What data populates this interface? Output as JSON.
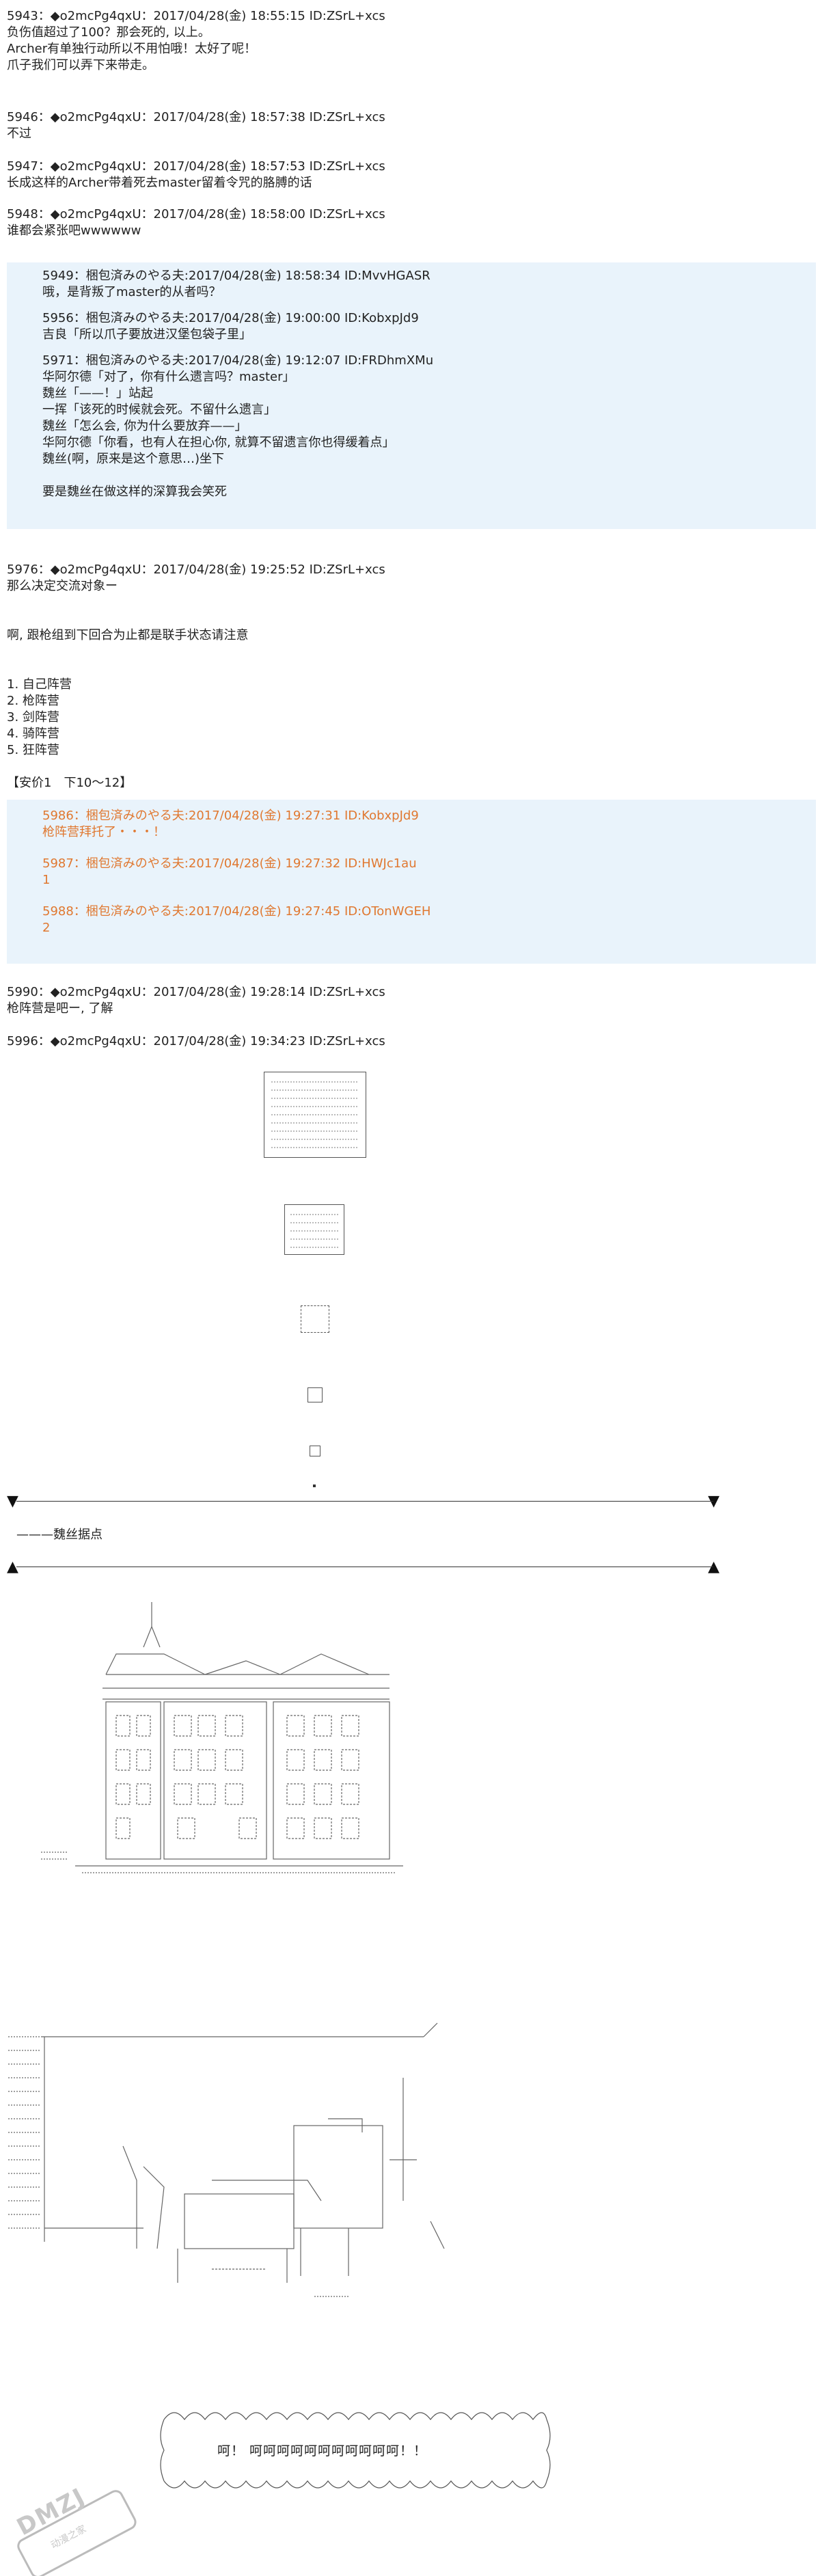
{
  "posts_top": [
    {
      "header": "5943：◆o2mcPg4qxU：2017/04/28(金) 18:55:15 ID:ZSrL+xcs",
      "lines": [
        "负伤值超过了100？那会死的, 以上。",
        "",
        "Archer有单独行动所以不用怕哦！太好了呢！",
        "爪子我们可以弄下来带走。"
      ]
    },
    {
      "header": "5946：◆o2mcPg4qxU：2017/04/28(金) 18:57:38 ID:ZSrL+xcs",
      "lines": [
        "不过"
      ]
    },
    {
      "header": "5947：◆o2mcPg4qxU：2017/04/28(金) 18:57:53 ID:ZSrL+xcs",
      "lines": [
        "长成这样的Archer带着死去master留着令咒的胳膊的话"
      ]
    },
    {
      "header": "5948：◆o2mcPg4qxU：2017/04/28(金) 18:58:00 ID:ZSrL+xcs",
      "lines": [
        "谁都会紧张吧wwwwww"
      ]
    }
  ],
  "quote_1": [
    {
      "header": "5949：梱包済みのやる夫:2017/04/28(金) 18:58:34 ID:MvvHGASR",
      "lines": [
        "哦，是背叛了master的从者吗？"
      ]
    },
    {
      "header": "5956：梱包済みのやる夫:2017/04/28(金) 19:00:00 ID:KobxpJd9",
      "lines": [
        "吉良「所以爪子要放进汉堡包袋子里」"
      ]
    },
    {
      "header": "5971：梱包済みのやる夫:2017/04/28(金) 19:12:07 ID:FRDhmXMu",
      "lines": [
        "华阿尔德「对了，你有什么遗言吗？master」",
        "魏丝「——！」站起",
        "一挥「该死的时候就会死。不留什么遗言」",
        "魏丝「怎么会, 你为什么要放弃——」",
        "华阿尔德「你看，也有人在担心你, 就算不留遗言你也得缓着点」",
        "魏丝(啊，原来是这个意思…)坐下",
        "",
        "要是魏丝在做这样的深算我会笑死"
      ]
    }
  ],
  "posts_mid": [
    {
      "header": "5976：◆o2mcPg4qxU：2017/04/28(金) 19:25:52 ID:ZSrL+xcs",
      "lines": [
        "那么决定交流对象ー",
        "",
        "",
        "啊, 跟枪组到下回合为止都是联手状态请注意",
        "",
        "",
        "1. 自己阵营",
        "2. 枪阵营",
        "3. 剑阵营",
        "4. 骑阵营",
        "5. 狂阵营",
        "",
        "【安价1　下10〜12】"
      ]
    }
  ],
  "quote_2": [
    {
      "header": "5986：梱包済みのやる夫:2017/04/28(金) 19:27:31 ID:KobxpJd9",
      "lines": [
        "枪阵营拜托了・・・！"
      ]
    },
    {
      "header": "5987：梱包済みのやる夫:2017/04/28(金) 19:27:32 ID:HWJc1au",
      "lines": [
        "1"
      ]
    },
    {
      "header": "5988：梱包済みのやる夫:2017/04/28(金) 19:27:45 ID:OTonWGEH",
      "lines": [
        "2"
      ]
    }
  ],
  "posts_bottom": [
    {
      "header": "5990：◆o2mcPg4qxU：2017/04/28(金) 19:28:14 ID:ZSrL+xcs",
      "lines": [
        "枪阵营是吧ー, 了解"
      ]
    },
    {
      "header": "5996：◆o2mcPg4qxU：2017/04/28(金) 19:34:23 ID:ZSrL+xcs",
      "lines": []
    }
  ],
  "scene_caption": "———魏丝据点",
  "bubble_text": "呵！ 呵呵呵呵呵呵呵呵呵呵呵！！",
  "watermark": "DMZJ",
  "watermark_sub": "动漫之家",
  "colors": {
    "quote_bg": "#e9f3fb",
    "orange": "#e07830",
    "text": "#222222"
  }
}
